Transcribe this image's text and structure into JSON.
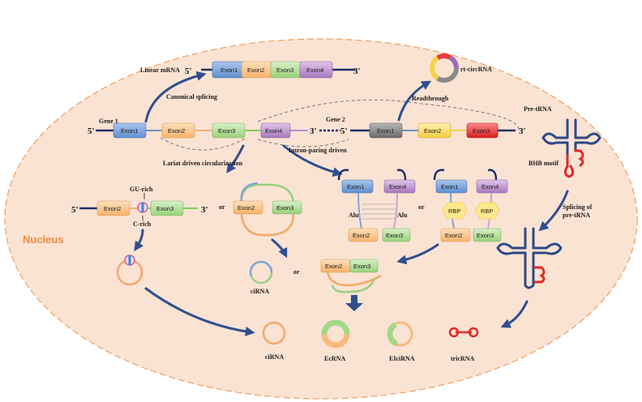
{
  "nucleus_label": "Nucleus",
  "linear_mrna": {
    "label": "Linear mRNA",
    "five_prime": "5'",
    "three_prime": "3'",
    "exons": [
      "Exon1",
      "Exon2",
      "Exon3",
      "Exon4"
    ]
  },
  "canonical_splicing": "Canonical splicing",
  "gene1": {
    "label": "Gene 1",
    "five_prime": "5'",
    "three_prime": "3'",
    "exons": [
      "Exon1",
      "Exon2",
      "Exon3",
      "Exon4"
    ]
  },
  "gene2": {
    "label": "Gene 2",
    "five_prime": "5'",
    "exons": [
      "Exon1",
      "Exon2",
      "Exon3"
    ]
  },
  "three_prime_end": "3'",
  "rt_circ": {
    "label": "rt-circRNA",
    "arrow_label": "Readthrough"
  },
  "pre_trna": {
    "label": "Pre-tRNA",
    "bhb_label": "BHB motif"
  },
  "lariat": {
    "title": "Lariat driven circularization",
    "five_prime": "5'",
    "three_prime": "3'",
    "gu_rich": "GU-rich",
    "c_rich": "C-rich",
    "exons": [
      "Exon2",
      "Exon3"
    ],
    "or": "or"
  },
  "intron_pairing": {
    "title": "Intron-paring driven",
    "alu": "Alu",
    "rbp": "RBP",
    "exons_top": [
      "Exon1",
      "Exon4"
    ],
    "exons_bottom": [
      "Exon2",
      "Exon3"
    ],
    "or": "or"
  },
  "middle_loop": {
    "exons": [
      "Exon2",
      "Exon3"
    ]
  },
  "ecrna_loop": {
    "exons": [
      "Exon2",
      "Exon3"
    ]
  },
  "or_middle": "or",
  "splicing_pre_trna": [
    "Splicing of",
    "pre-tRNA"
  ],
  "products": {
    "cirna_middle": "ciRNA",
    "cirna_bottom": "ciRNA",
    "ecrna": "EcRNA",
    "elcirna": "EIciRNA",
    "tricrna": "tricRNA"
  },
  "colors": {
    "nucleus_fill": "#fbe3d3",
    "nucleus_border": "#f1a46a",
    "exon1": "#7ea6d9",
    "exon2": "#fbc98f",
    "exon3": "#b8e0a3",
    "exon4": "#c9a3d6",
    "gene2_exon1": "#8a8a8a",
    "gene2_exon2": "#ffe27a",
    "gene2_exon3": "#e83a3a",
    "arrow": "#2f4f8f",
    "trna": "#2c4a86",
    "trna_red": "#e32828"
  }
}
